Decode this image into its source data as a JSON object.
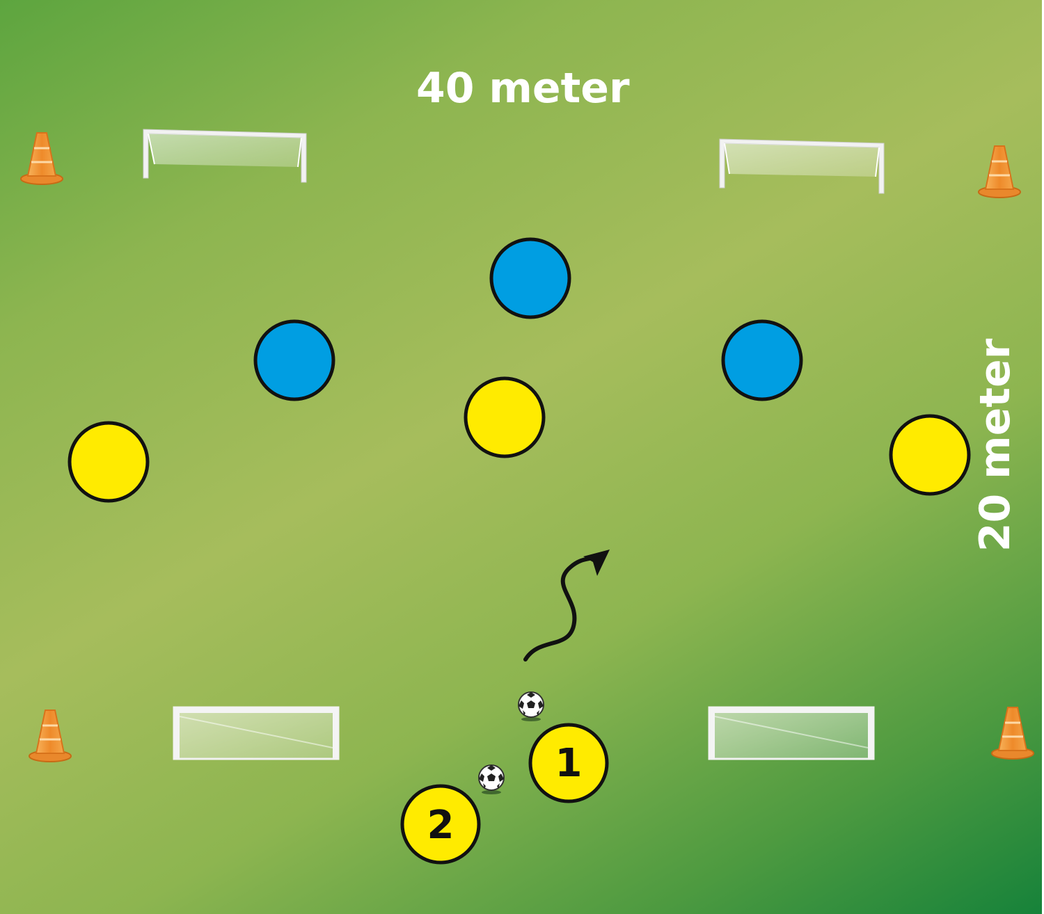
{
  "field": {
    "width_label": "40 meter",
    "height_label": "20 meter",
    "colors": {
      "grass_light": "#a6bd5c",
      "grass_dark": "#16823a",
      "team_yellow": "#ffeb00",
      "team_blue": "#009ee2",
      "cone": "#f39a3a",
      "outline": "#111111"
    }
  },
  "players": {
    "blue_count": 3,
    "yellow_count": 3,
    "numbered": [
      {
        "number": "1",
        "team": "yellow"
      },
      {
        "number": "2",
        "team": "yellow"
      }
    ]
  },
  "equipment": {
    "goals": 4,
    "cones": 4,
    "balls": 2,
    "arrow": "dribble-arrow"
  }
}
